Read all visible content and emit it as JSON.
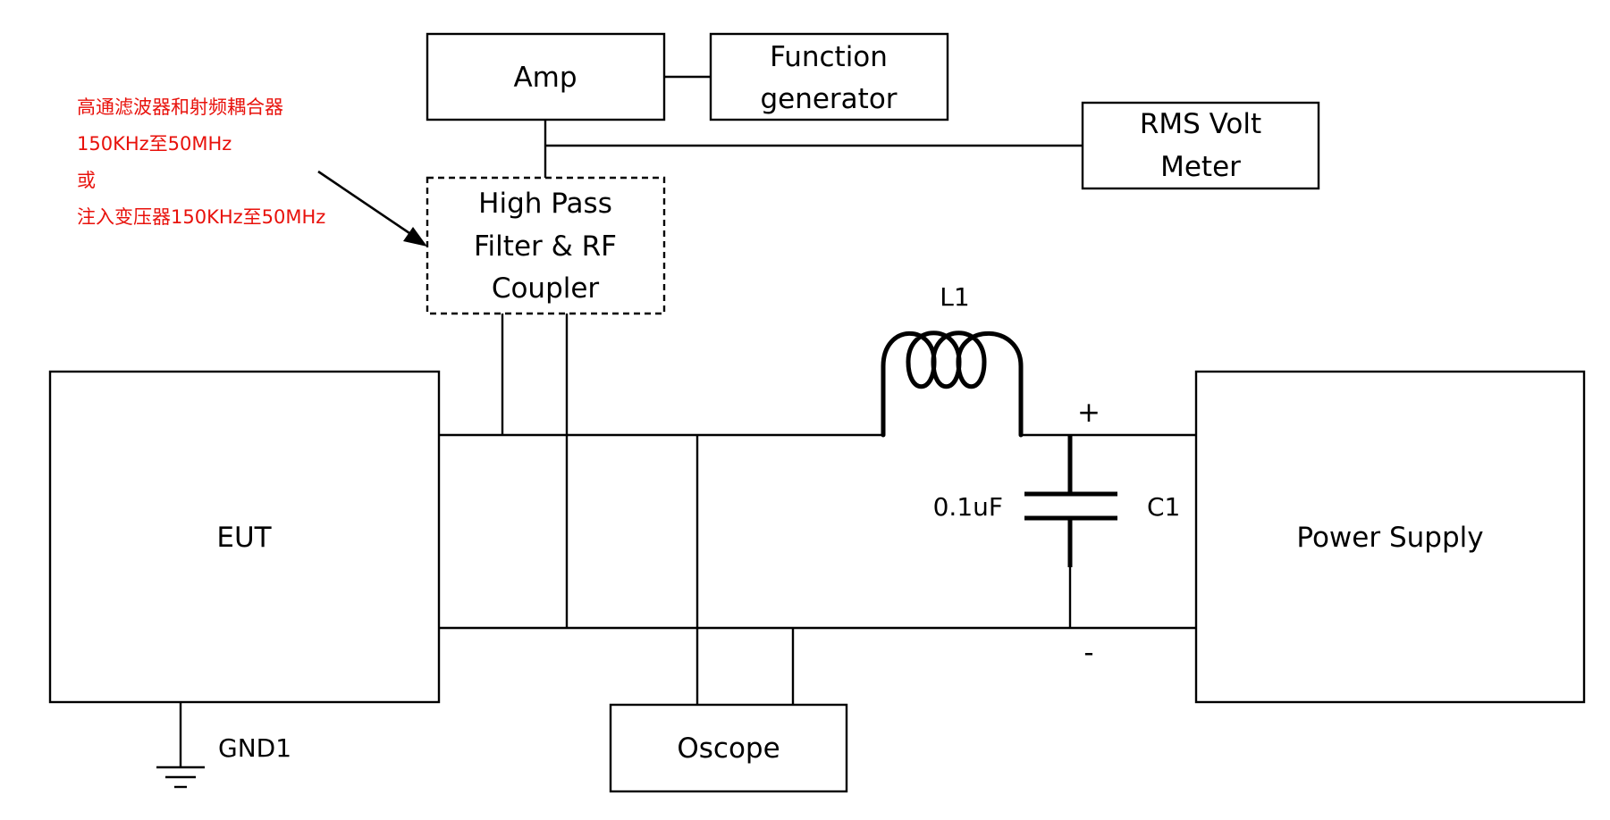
{
  "blocks": {
    "amp": "Amp",
    "function_generator": [
      "Function",
      "generator"
    ],
    "rms_volt_meter": [
      "RMS Volt",
      "Meter"
    ],
    "filter_coupler": [
      "High Pass",
      "Filter & RF",
      "Coupler"
    ],
    "eut": "EUT",
    "power_supply": "Power Supply",
    "oscope": "Oscope"
  },
  "components": {
    "inductor_ref": "L1",
    "capacitor_ref": "C1",
    "capacitor_value": "0.1uF",
    "plus_sign": "+",
    "minus_sign": "-",
    "ground_label": "GND1"
  },
  "annotation": {
    "lines": [
      "高通滤波器和射频耦合器",
      "150KHz至50MHz",
      "或",
      "注入变压器150KHz至50MHz"
    ],
    "color": "#e8110b"
  }
}
